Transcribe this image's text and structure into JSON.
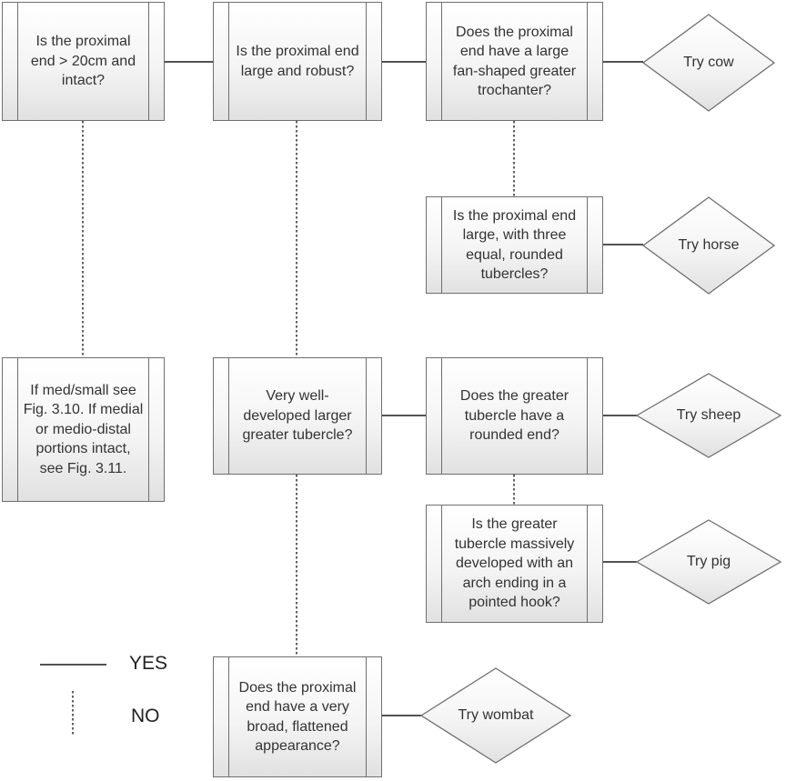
{
  "boxes": {
    "q_proximal_20cm": "Is the proximal end > 20cm and intact?",
    "q_large_robust": "Is the proximal end large and robust?",
    "q_fan_trochanter": "Does the proximal end have a large fan-shaped greater trochanter?",
    "q_three_tubercles": "Is the proximal end large, with three equal, rounded tubercles?",
    "note_see_figs": "If med/small see Fig. 3.10. If medial or medio-distal portions intact, see Fig. 3.11.",
    "q_greater_tubercle": "Very well-developed larger greater tubercle?",
    "q_rounded_end": "Does the greater tubercle have a rounded end?",
    "q_pointed_hook": "Is the greater tubercle massively developed with an arch ending in a pointed hook?",
    "q_broad_flattened": "Does the proximal end have a very broad, flattened appearance?"
  },
  "outcomes": {
    "cow": "Try cow",
    "horse": "Try horse",
    "sheep": "Try sheep",
    "pig": "Try pig",
    "wombat": "Try wombat"
  },
  "legend": {
    "yes": "YES",
    "no": "NO"
  },
  "colors": {
    "line": "#3a3a3a",
    "border": "#6f6f6f",
    "fill_top": "#ffffff",
    "fill_bottom": "#e1e1e1"
  }
}
